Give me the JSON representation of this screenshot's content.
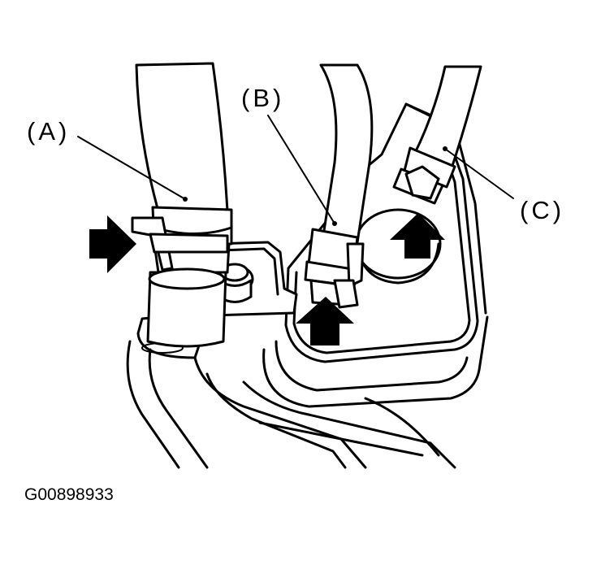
{
  "labels": {
    "a": "(A)",
    "b": "(B)",
    "c": "(C)"
  },
  "figure_id": "G00898933",
  "icons": [
    "arrow-right",
    "arrow-up",
    "arrow-up"
  ]
}
